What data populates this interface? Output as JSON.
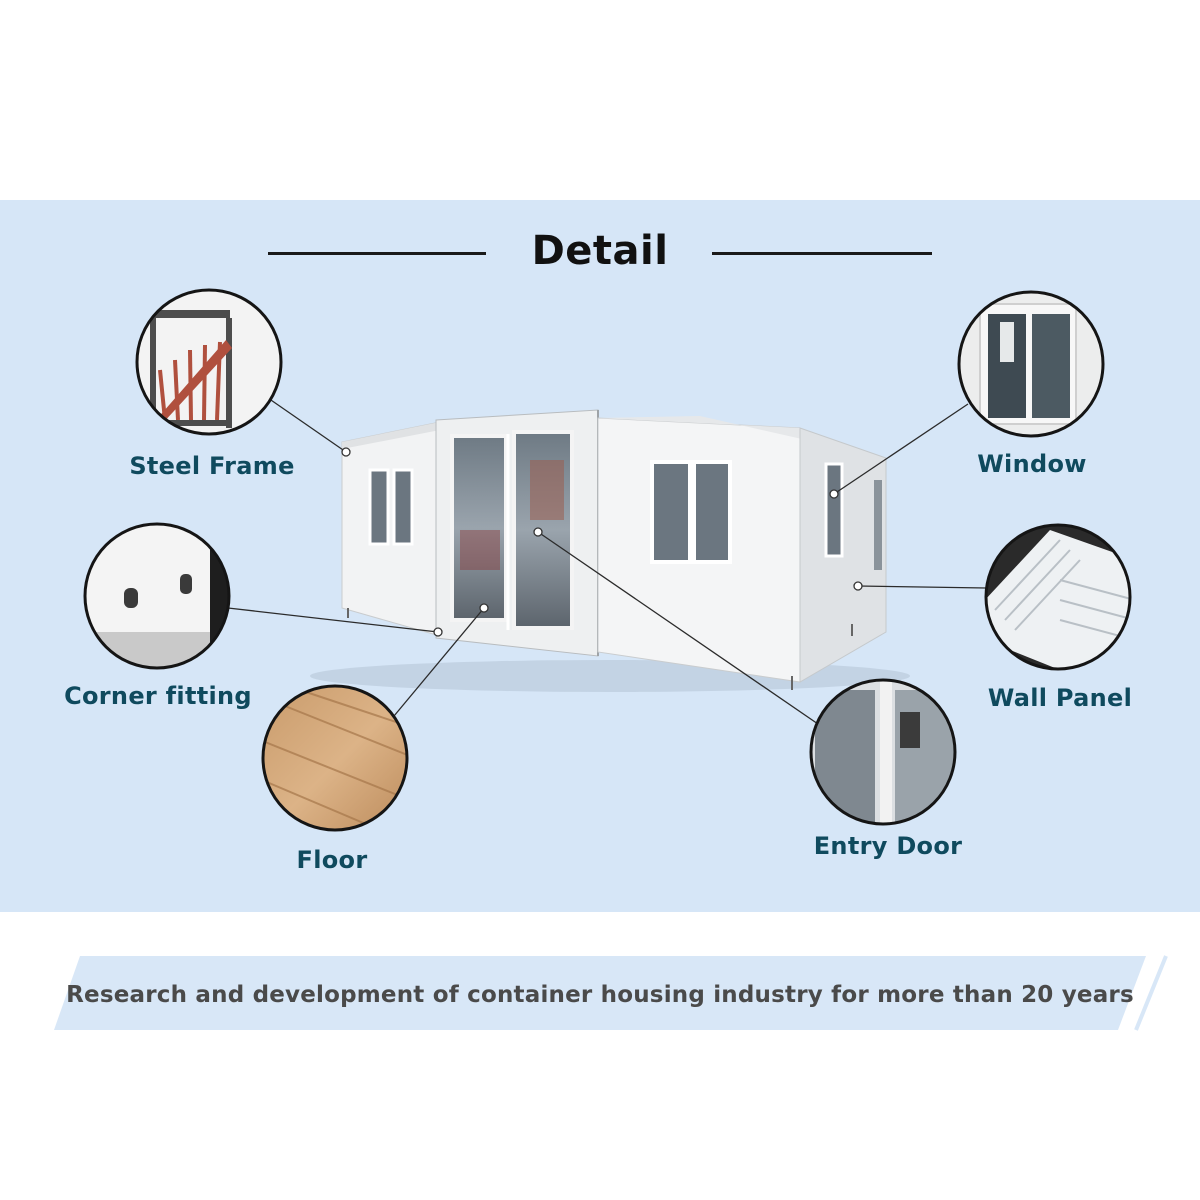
{
  "heading": {
    "title": "Detail"
  },
  "callouts": {
    "steel_frame": "Steel Frame",
    "corner_fitting": "Corner fitting",
    "floor": "Floor",
    "window": "Window",
    "wall_panel": "Wall Panel",
    "entry_door": "Entry Door"
  },
  "banner": {
    "text": "Research and development of container housing industry for more than 20 years"
  },
  "colors": {
    "panel_background": "#d6e6f7",
    "label_text": "#0f4a5e",
    "heading_text": "#111111",
    "banner_band": "#d8e7f7",
    "banner_text": "#4a4a4a"
  }
}
